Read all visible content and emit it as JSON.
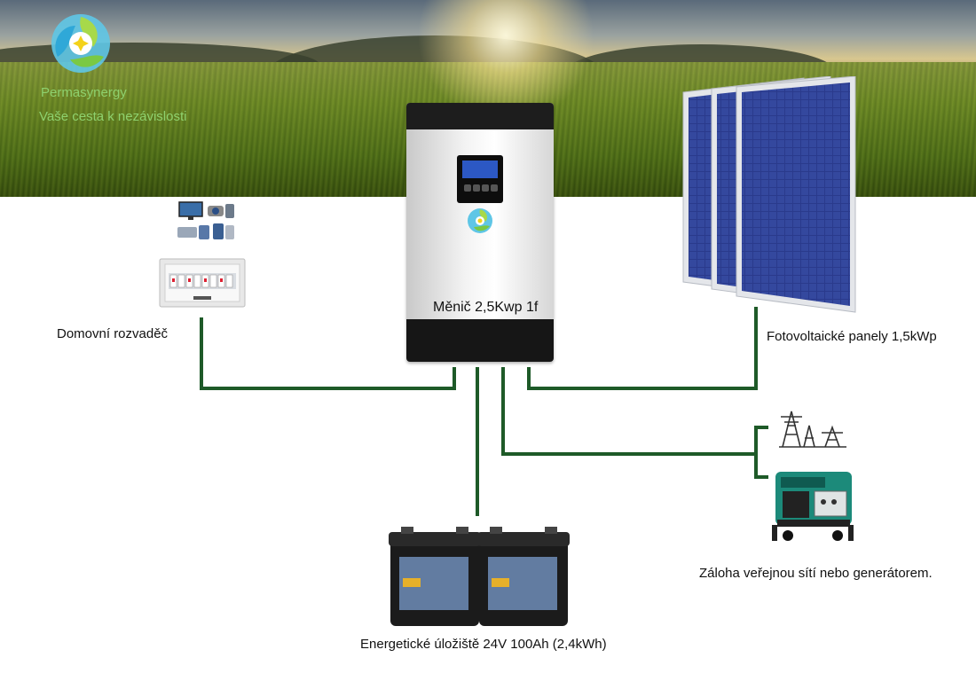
{
  "brand": {
    "name": "Permasynergy",
    "tagline": "Vaše cesta k nezávislosti"
  },
  "components": {
    "inverter_label": "Měnič 2,5Kwp 1f",
    "board_label": "Domovní rozvaděč",
    "panels_label": "Fotovoltaické panely 1,5kWp",
    "backup_label": "Záloha veřejnou sítí nebo generátorem.",
    "storage_label": "Energetické úložiště 24V 100Ah (2,4kWh)"
  },
  "colors": {
    "wire": "#1e5a28",
    "brand_green": "#8ed16e"
  },
  "icons": [
    "logo-icon",
    "devices-icon",
    "switchboard-icon",
    "inverter-icon",
    "solar-panels-icon",
    "power-pylons-icon",
    "generator-icon",
    "battery-icon"
  ]
}
